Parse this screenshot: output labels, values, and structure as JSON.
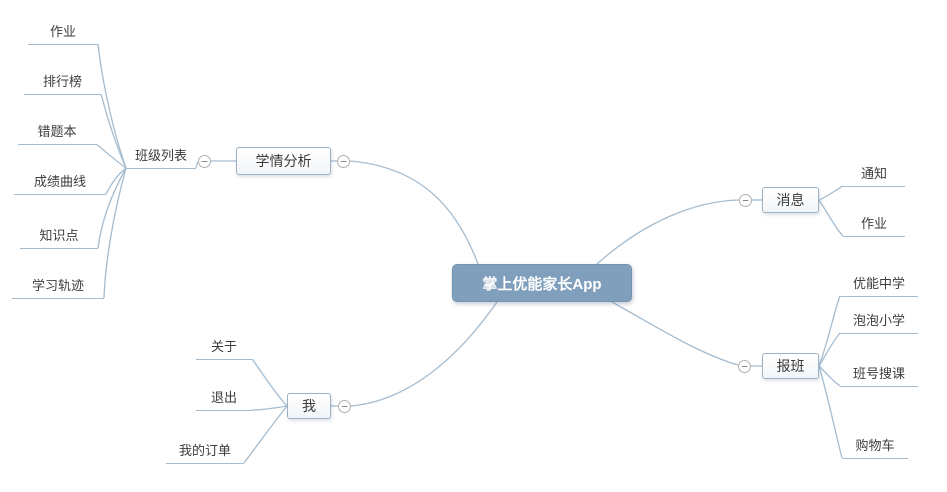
{
  "root": {
    "label": "掌上优能家长App"
  },
  "branches": {
    "analysis": {
      "label": "学情分析",
      "sub": {
        "label": "班级列表",
        "children": [
          "作业",
          "排行榜",
          "错题本",
          "成绩曲线",
          "知识点",
          "学习轨迹"
        ]
      }
    },
    "message": {
      "label": "消息",
      "children": [
        "通知",
        "作业"
      ]
    },
    "enroll": {
      "label": "报班",
      "children": [
        "优能中学",
        "泡泡小学",
        "班号搜课",
        "购物车"
      ]
    },
    "me": {
      "label": "我",
      "children": [
        "关于",
        "退出",
        "我的订单"
      ]
    }
  },
  "icons": {
    "collapse": "−"
  },
  "colors": {
    "root_fill": "#7f9fbc",
    "root_border": "#7293b2",
    "root_text": "#ffffff",
    "topic_fill": "#ffffff",
    "topic_border": "#9db2c6",
    "topic_text": "#3a3a3a",
    "line": "#a5bccf",
    "leaf_text": "#3d3d3d",
    "background": "#ffffff"
  }
}
